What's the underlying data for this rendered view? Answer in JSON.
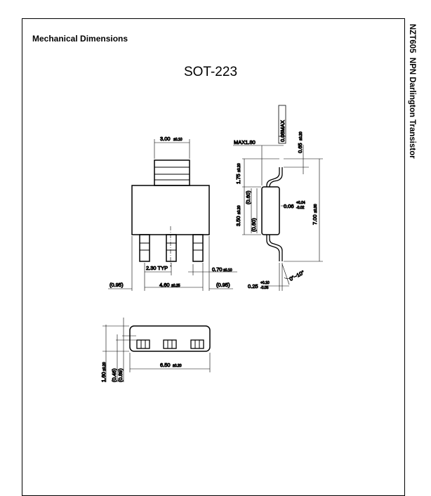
{
  "header": {
    "section_title": "Mechanical Dimensions",
    "side_title": "NZT605  NPN Darlington Transistor"
  },
  "package": {
    "name": "SOT-223"
  },
  "top_view": {
    "tab_width": "3.00",
    "tab_width_tol": "±0.10",
    "pitch": "2.30 TYP",
    "lead_width": "0.70",
    "lead_width_tol": "±0.10",
    "span": "4.60",
    "span_tol": "±0.25",
    "left_overhang": "(0.95)",
    "right_overhang": "(0.95)"
  },
  "side_view": {
    "max_height": "MAX1.80",
    "flatness": "0.08MAX",
    "lead_len": "0.65",
    "lead_len_tol": "±0.20",
    "body_top": "1.75",
    "body_top_tol": "±0.20",
    "body_height": "3.50",
    "body_height_tol": "±0.20",
    "inner_a": "(0.60)",
    "inner_b": "(0.60)",
    "standoff": "0.06",
    "standoff_tol_plus": "+0.04",
    "standoff_tol_minus": "-0.02",
    "total_width": "7.00",
    "total_width_tol": "±0.30",
    "thickness": "0.25",
    "thickness_tol_plus": "+0.10",
    "thickness_tol_minus": "-0.05",
    "angle": "0°~10°"
  },
  "bottom_view": {
    "height": "1.60",
    "height_tol": "±0.20",
    "dim_a": "(0.46)",
    "dim_b": "(0.89)",
    "length": "6.50",
    "length_tol": "±0.20"
  }
}
